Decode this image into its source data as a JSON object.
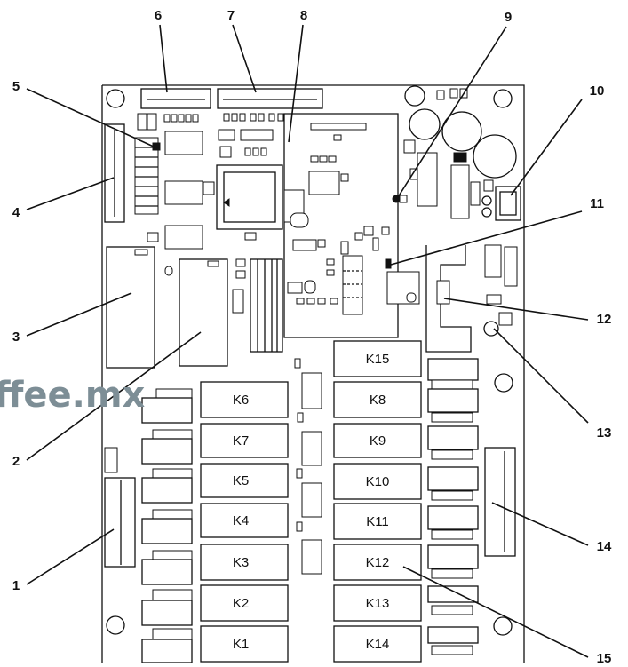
{
  "watermark": "ffee.mx",
  "relays": [
    "K6",
    "K7",
    "K5",
    "K4",
    "K3",
    "K2",
    "K1",
    "K15",
    "K8",
    "K9",
    "K10",
    "K11",
    "K12",
    "K13",
    "K14"
  ],
  "callouts": [
    "6",
    "7",
    "8",
    "9",
    "10",
    "5",
    "4",
    "11",
    "3",
    "12",
    "2",
    "13",
    "1",
    "14",
    "15"
  ]
}
